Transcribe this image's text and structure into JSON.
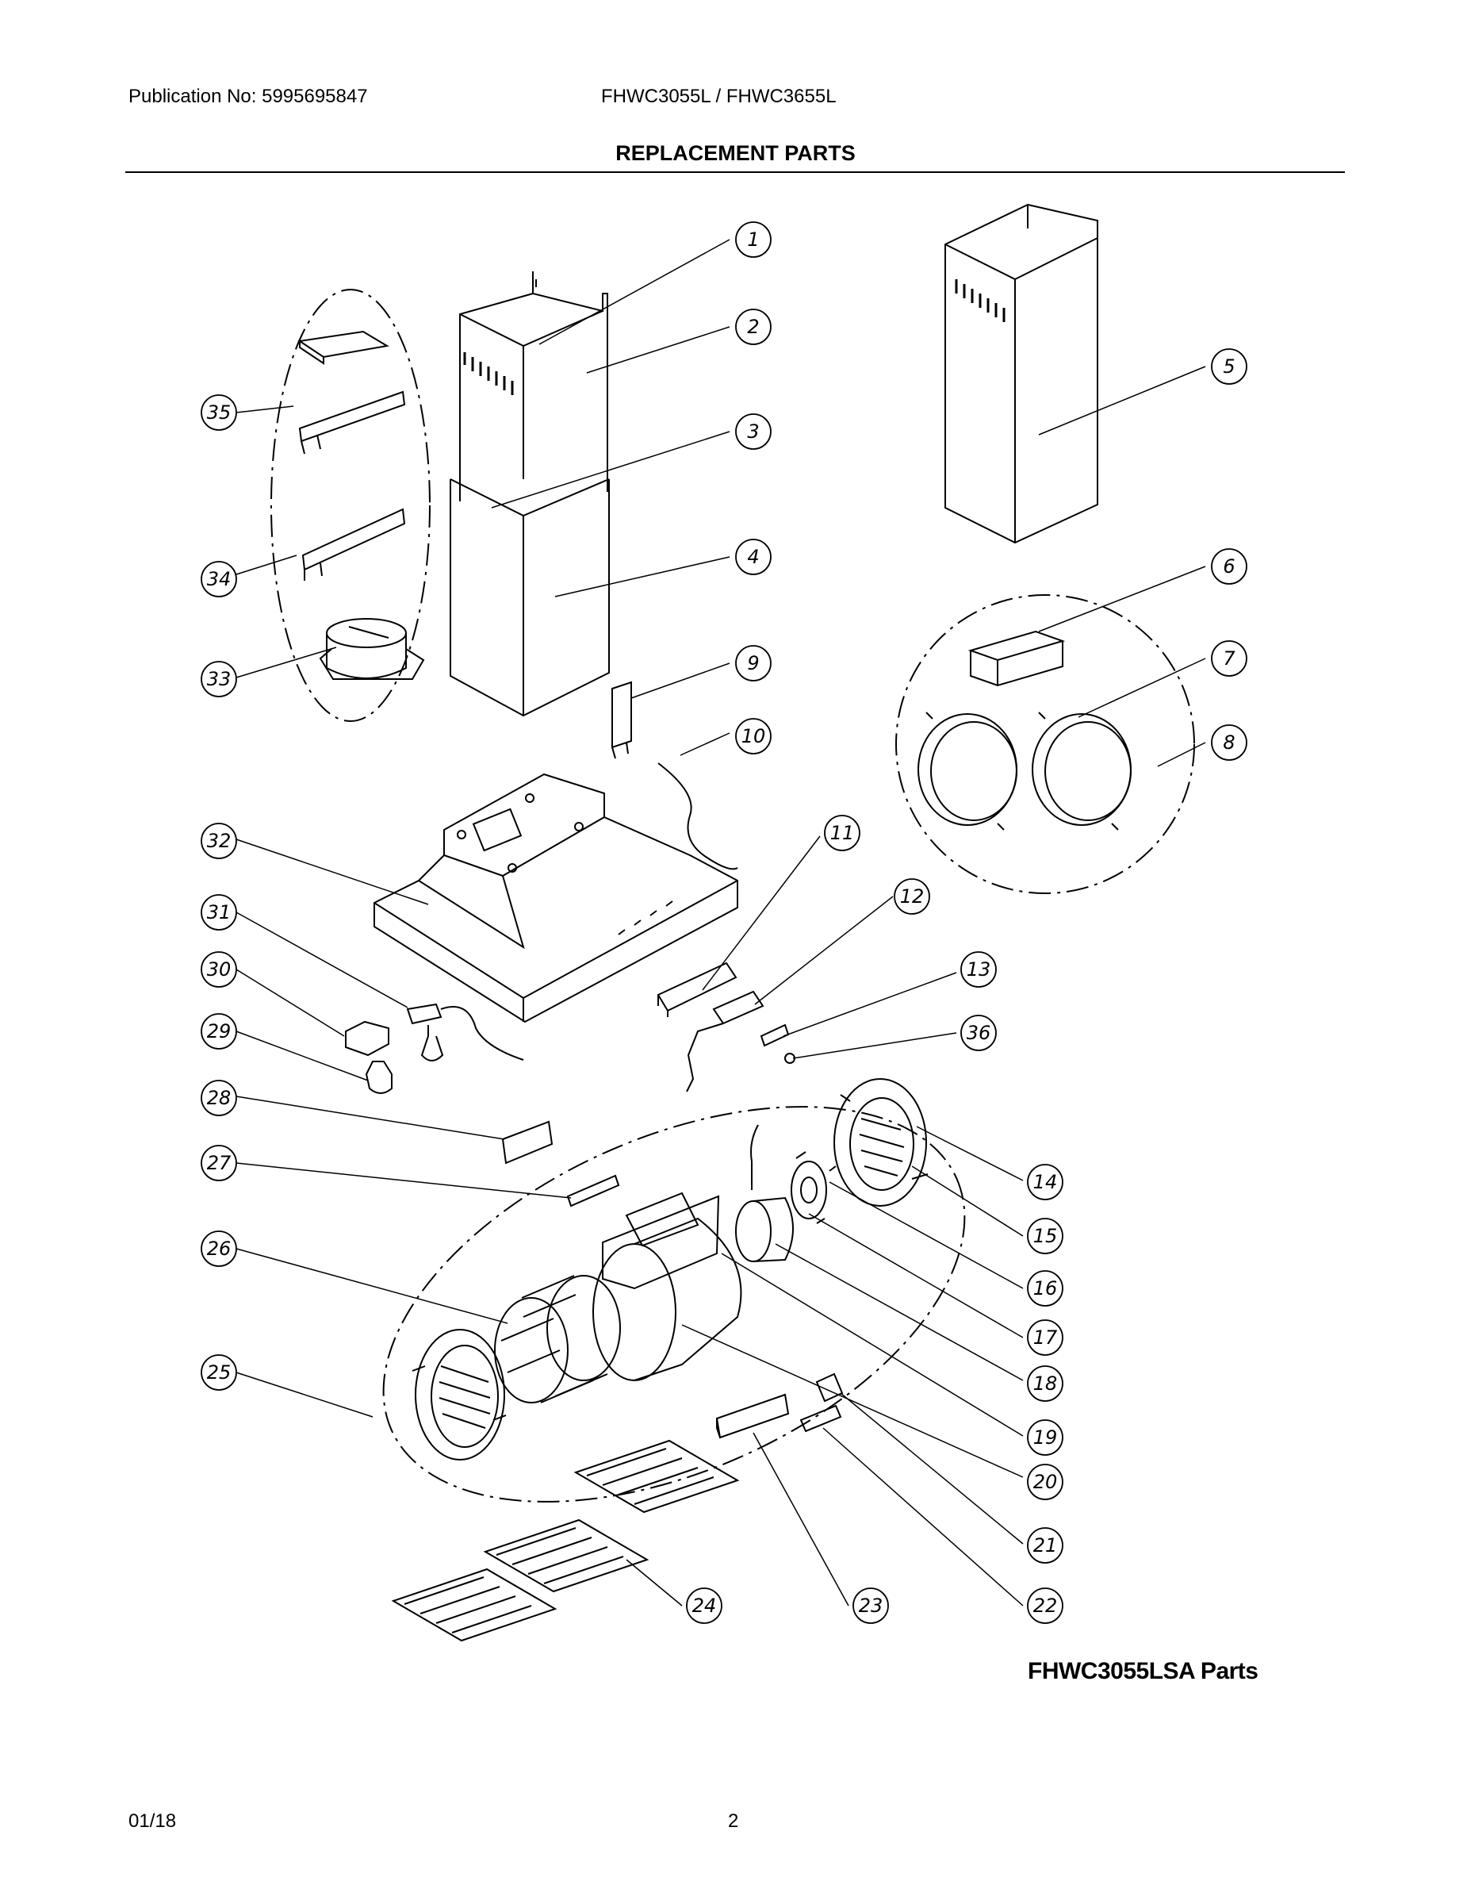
{
  "header": {
    "publication": "Publication No: 5995695847",
    "models": "FHWC3055L / FHWC3655L",
    "title": "REPLACEMENT PARTS"
  },
  "diagram": {
    "callouts": [
      "1",
      "2",
      "3",
      "4",
      "5",
      "6",
      "7",
      "8",
      "9",
      "10",
      "11",
      "12",
      "13",
      "14",
      "15",
      "16",
      "17",
      "18",
      "19",
      "20",
      "21",
      "22",
      "23",
      "24",
      "25",
      "26",
      "27",
      "28",
      "29",
      "30",
      "31",
      "32",
      "33",
      "34",
      "35",
      "36"
    ]
  },
  "caption": "FHWC3055LSA Parts",
  "footer": {
    "date": "01/18",
    "page": "2"
  }
}
